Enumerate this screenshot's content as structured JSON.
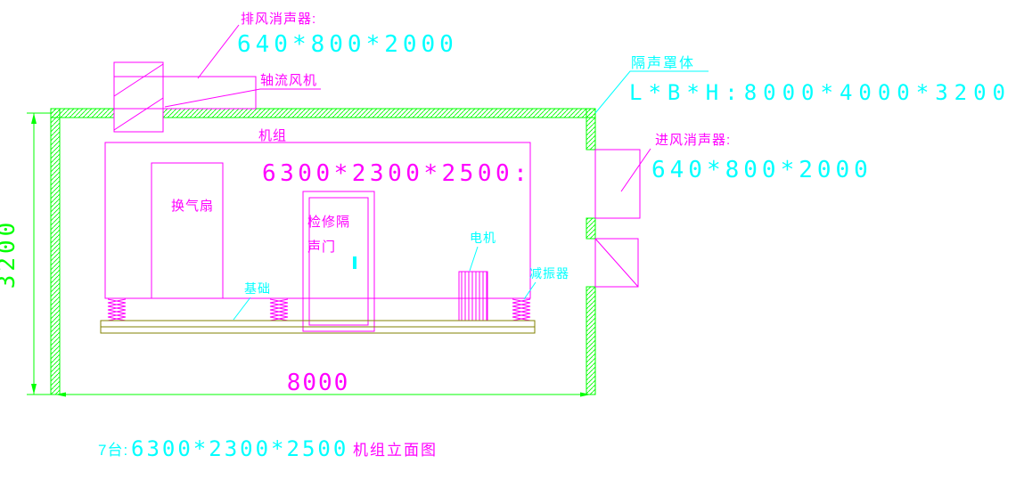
{
  "drawing": {
    "colors": {
      "cyan": "#00ffff",
      "magenta": "#ff00ff",
      "green": "#00ff00",
      "olive": "#808000",
      "background": "#ffffff"
    },
    "labels": {
      "exhaust_silencer_title": "排风消声器:",
      "exhaust_silencer_size": "640*800*2000",
      "axial_fan": "轴流风机",
      "enclosure_title": "隔声罩体",
      "enclosure_size": "L*B*H:8000*4000*3200",
      "intake_silencer_title": "进风消声器:",
      "intake_silencer_size": "640*800*2000",
      "unit_title": "机组",
      "unit_size": "6300*2300*2500:",
      "ventilation_fan": "换气扇",
      "door_line1": "检修隔",
      "door_line2": "声门",
      "motor": "电机",
      "damper": "减振器",
      "foundation": "基础"
    },
    "dimensions": {
      "enclosure_height": "3200",
      "enclosure_width": "8000"
    },
    "caption": {
      "count": "7台:",
      "size": "6300*2300*2500",
      "name": "机组立面图"
    }
  }
}
